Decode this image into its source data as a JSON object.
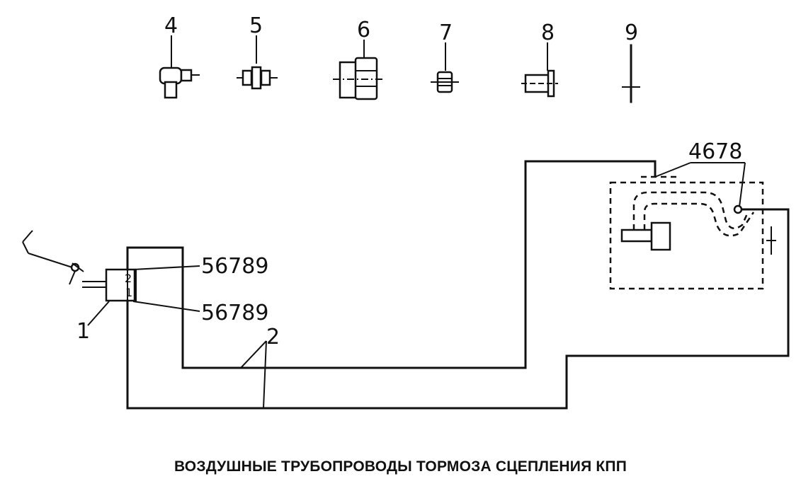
{
  "caption": "ВОЗДУШНЫЕ ТРУБОПРОВОДЫ ТОРМОЗА СЦЕПЛЕНИЯ КПП",
  "parts": [
    {
      "label": "4",
      "icon": "elbow-fitting-icon"
    },
    {
      "label": "5",
      "icon": "union-fitting-icon"
    },
    {
      "label": "6",
      "icon": "large-nut-icon"
    },
    {
      "label": "7",
      "icon": "small-nut-icon"
    },
    {
      "label": "8",
      "icon": "sleeve-icon"
    },
    {
      "label": "9",
      "icon": "washer-icon"
    }
  ],
  "callouts": {
    "valve": "1",
    "port_upper": "2",
    "port_lower": "1",
    "pipes": "2",
    "upper_ref": "56789",
    "lower_ref": "56789",
    "unit_ref": "4678"
  }
}
